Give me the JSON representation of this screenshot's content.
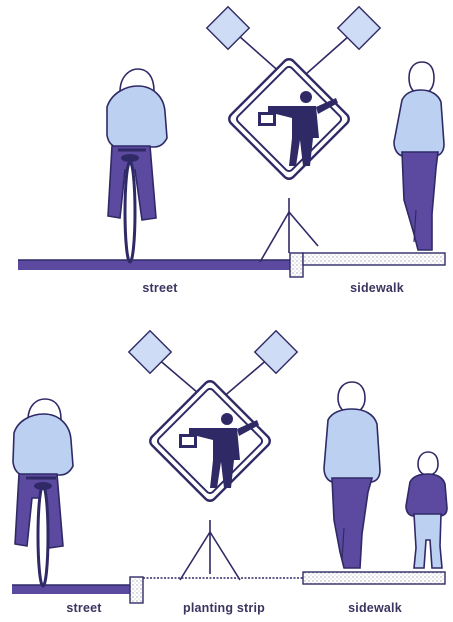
{
  "panels": {
    "top": {
      "labels": {
        "street": "street",
        "sidewalk": "sidewalk"
      }
    },
    "bottom": {
      "labels": {
        "street": "street",
        "planting_strip": "planting strip",
        "sidewalk": "sidewalk"
      }
    }
  },
  "colors": {
    "outline": "#2f2a66",
    "light_blue": "#bcd0f2",
    "purple": "#5b4aa0",
    "dark_purple": "#4a3b8c",
    "flag_blue": "#cfdcf6",
    "dots": "#a9a6b6"
  },
  "icons": [
    "cyclist-figure",
    "flagger-sign",
    "pedestrian-figure",
    "child-figure"
  ]
}
